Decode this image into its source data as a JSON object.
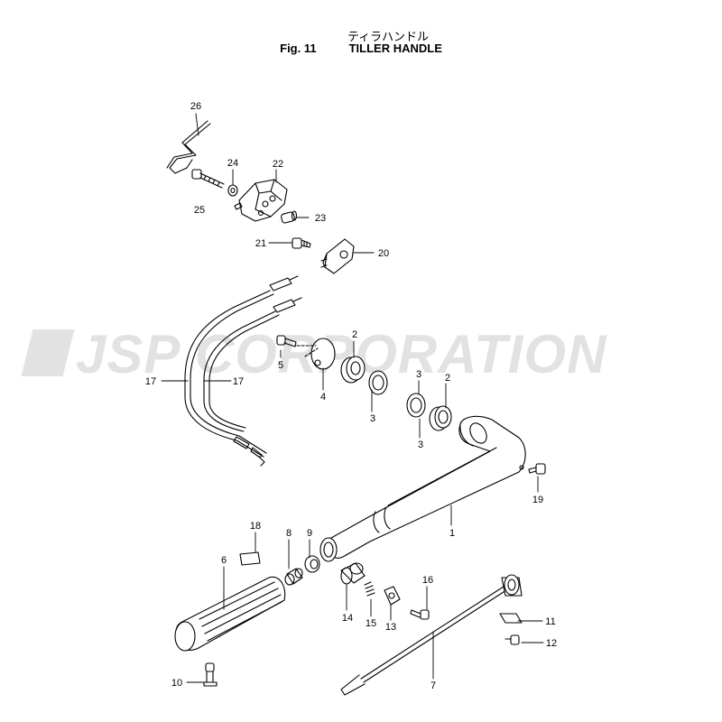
{
  "header": {
    "title_jp": "ティラハンドル",
    "fig_label": "Fig. 11",
    "title_en": "TILLER HANDLE"
  },
  "watermark": "JSP CORPORATION",
  "callouts": [
    {
      "id": "c1",
      "text": "1"
    },
    {
      "id": "c2a",
      "text": "2"
    },
    {
      "id": "c2b",
      "text": "2"
    },
    {
      "id": "c3a",
      "text": "3"
    },
    {
      "id": "c3b",
      "text": "3"
    },
    {
      "id": "c3c",
      "text": "3"
    },
    {
      "id": "c4",
      "text": "4"
    },
    {
      "id": "c5",
      "text": "5"
    },
    {
      "id": "c6",
      "text": "6"
    },
    {
      "id": "c7",
      "text": "7"
    },
    {
      "id": "c8",
      "text": "8"
    },
    {
      "id": "c9",
      "text": "9"
    },
    {
      "id": "c10",
      "text": "10"
    },
    {
      "id": "c11",
      "text": "11"
    },
    {
      "id": "c12",
      "text": "12"
    },
    {
      "id": "c13",
      "text": "13"
    },
    {
      "id": "c14",
      "text": "14"
    },
    {
      "id": "c15",
      "text": "15"
    },
    {
      "id": "c16",
      "text": "16"
    },
    {
      "id": "c17a",
      "text": "17"
    },
    {
      "id": "c17b",
      "text": "17"
    },
    {
      "id": "c18",
      "text": "18"
    },
    {
      "id": "c19",
      "text": "19"
    },
    {
      "id": "c20",
      "text": "20"
    },
    {
      "id": "c21",
      "text": "21"
    },
    {
      "id": "c22",
      "text": "22"
    },
    {
      "id": "c23",
      "text": "23"
    },
    {
      "id": "c24",
      "text": "24"
    },
    {
      "id": "c25",
      "text": "25"
    },
    {
      "id": "c26",
      "text": "26"
    }
  ],
  "colors": {
    "line": "#000000",
    "watermark": "#bebebe",
    "background": "#ffffff"
  }
}
